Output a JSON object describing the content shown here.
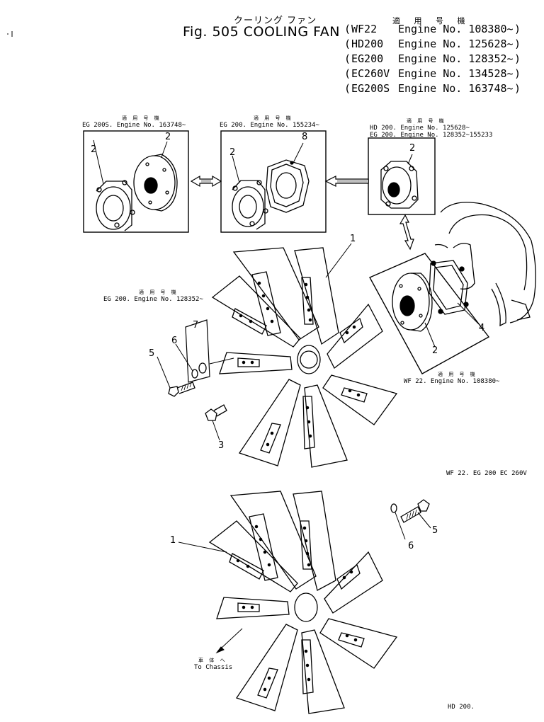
{
  "header": {
    "title_jp": "クーリング ファン",
    "title": "Fig. 505 COOLING FAN",
    "applicability_head": "適 用 号 機",
    "applicability": [
      {
        "open": "(",
        "model": "WF22",
        "engine": "Engine No. 108380~",
        "close": ")"
      },
      {
        "open": "(",
        "model": "HD200",
        "engine": "Engine No. 125628~",
        "close": ")"
      },
      {
        "open": "(",
        "model": "EG200",
        "engine": "Engine No. 128352~",
        "close": ")"
      },
      {
        "open": "(",
        "model": "EC260V",
        "engine": "Engine No. 134528~",
        "close": ")"
      },
      {
        "open": "(",
        "model": "EG200S",
        "engine": "Engine No. 163748~",
        "close": ")"
      }
    ]
  },
  "insets": {
    "left": {
      "head": "適 用 号 機",
      "lines": [
        "EG 200S. Engine No. 163748~"
      ],
      "callouts": [
        "2",
        "2"
      ]
    },
    "middle": {
      "head": "適 用 号 機",
      "lines": [
        "EG 200. Engine No. 155234~"
      ],
      "callouts": [
        "2",
        "8"
      ]
    },
    "right": {
      "head": "適 用 号 機",
      "lines": [
        "HD 200. Engine No. 125628~",
        "EG 200. Engine No. 128352~155233"
      ],
      "callouts": [
        "2"
      ]
    },
    "bottom_right": {
      "head": "適 用 号 機",
      "lines": [
        "WF 22. Engine No. 108380~"
      ],
      "callouts": [
        "4",
        "2"
      ]
    }
  },
  "upper_assembly": {
    "washer_note_head": "適 用 号 機",
    "washer_note": "EG 200. Engine No. 128352~",
    "callouts": {
      "fan": "1",
      "bolt": "5",
      "lock_washer": "6",
      "washer": "7",
      "nipple": "3"
    },
    "models_caption": "WF 22.   EG 200   EC 260V"
  },
  "lower_assembly": {
    "callouts": {
      "fan": "1",
      "bolt": "5",
      "washer": "6"
    },
    "chassis_jp": "車 体 へ",
    "chassis": "To Chassis",
    "models_caption": "HD 200."
  }
}
